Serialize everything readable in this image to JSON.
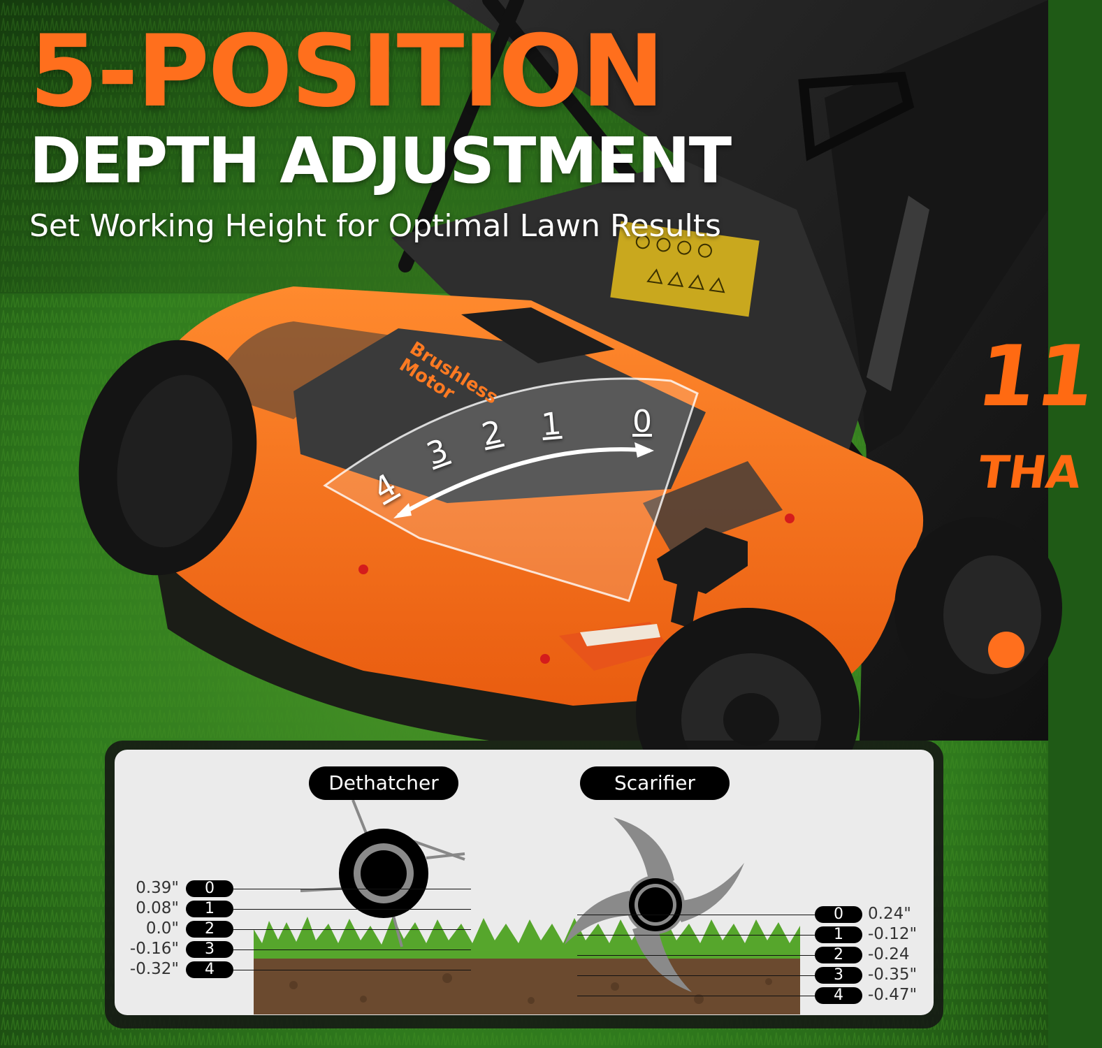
{
  "headline": {
    "line1": "5-POSITION",
    "line2": "DEPTH ADJUSTMENT",
    "subtitle": "Set Working Height for Optimal Lawn Results"
  },
  "product": {
    "brand_label": "Brushless Motor",
    "side_text_1": "11",
    "side_text_2": "THA",
    "dial_positions": [
      "4",
      "3",
      "2",
      "1",
      "0"
    ]
  },
  "depth_diagram": {
    "dethatcher": {
      "label": "Dethatcher",
      "positions": [
        {
          "num": "0",
          "value": "0.39\""
        },
        {
          "num": "1",
          "value": "0.08\""
        },
        {
          "num": "2",
          "value": "0.0\""
        },
        {
          "num": "3",
          "value": "-0.16\""
        },
        {
          "num": "4",
          "value": "-0.32\""
        }
      ]
    },
    "scarifier": {
      "label": "Scarifier",
      "positions": [
        {
          "num": "0",
          "value": "0.24\""
        },
        {
          "num": "1",
          "value": "-0.12\""
        },
        {
          "num": "2",
          "value": "-0.24"
        },
        {
          "num": "3",
          "value": "-0.35\""
        },
        {
          "num": "4",
          "value": "-0.47\""
        }
      ]
    }
  },
  "colors": {
    "accent_orange": "#ff6f1d",
    "grass_green": "#2f7d1c",
    "machine_black": "#1c1c1c",
    "panel_bg": "#ebebeb"
  }
}
